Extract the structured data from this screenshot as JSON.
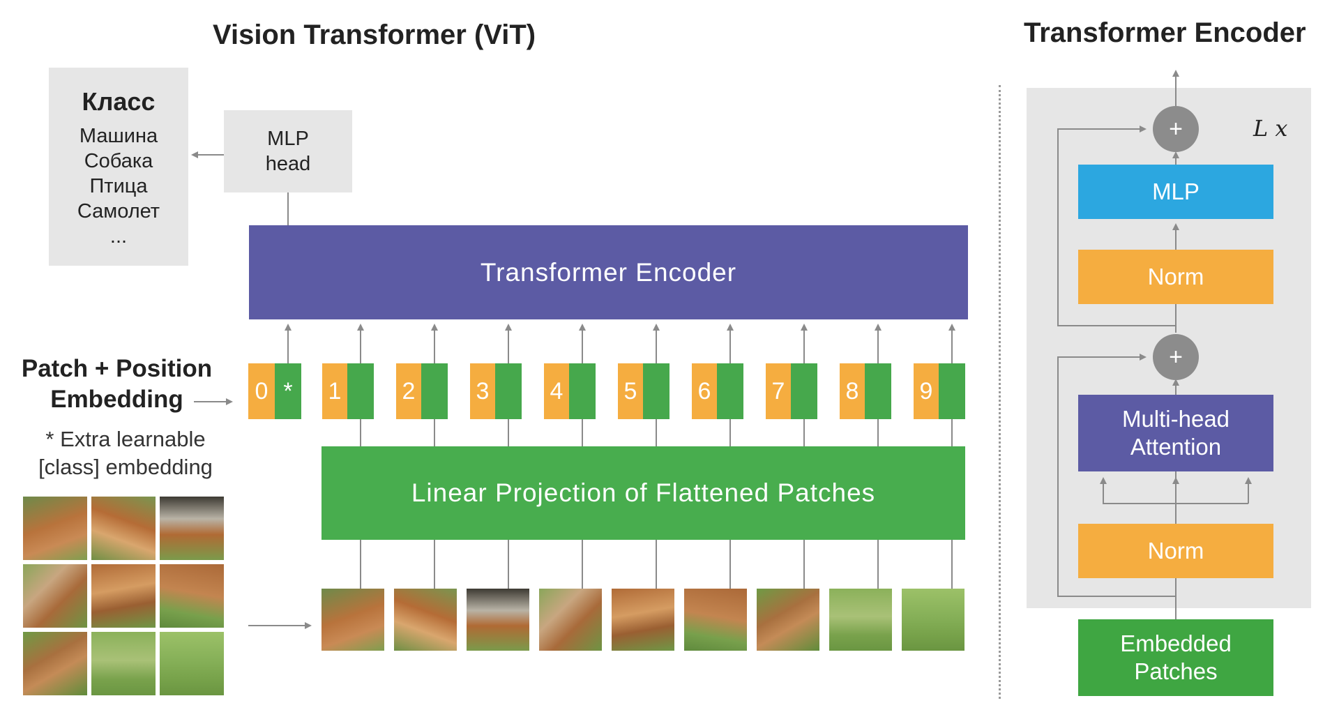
{
  "vit_title": "Vision Transformer (ViT)",
  "te_title": "Transformer Encoder",
  "class_box": {
    "title": "Класс",
    "items": [
      "Машина",
      "Собака",
      "Птица",
      "Самолет",
      "..."
    ]
  },
  "mlp_head": {
    "line1": "MLP",
    "line2": "head"
  },
  "encoder_label": "Transformer Encoder",
  "linear_projection_label": "Linear Projection of Flattened Patches",
  "patch_position": {
    "line1": "Patch + Position",
    "line2": "Embedding"
  },
  "note": {
    "line1": "* Extra learnable",
    "line2": "[class] embedding"
  },
  "tokens": [
    "0",
    "1",
    "2",
    "3",
    "4",
    "5",
    "6",
    "7",
    "8",
    "9"
  ],
  "extra_token_symbol": "*",
  "encoder_block": {
    "repeat_label": "L x",
    "plus_symbol": "+",
    "mlp": "MLP",
    "norm": "Norm",
    "attention": {
      "line1": "Multi-head",
      "line2": "Attention"
    },
    "embedded": {
      "line1": "Embedded",
      "line2": "Patches"
    }
  },
  "colors": {
    "orange": "#f5ad40",
    "green": "#46a84c",
    "purple": "#5c5ba4",
    "blue": "#2ca7e0",
    "grey_panel": "#e6e6e6",
    "plus_circle": "#8c8c8c"
  }
}
